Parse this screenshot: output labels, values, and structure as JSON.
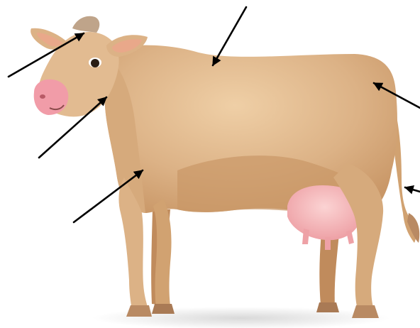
{
  "diagram": {
    "subject": "cow",
    "colors": {
      "body": "#dcb286",
      "body_light": "#eccaa0",
      "body_shadow": "#c08b5c",
      "udder": "#f4b6b8",
      "muzzle": "#f19ca8",
      "hoof": "#b98a63",
      "arrow": "#000000",
      "background": "#ffffff"
    },
    "arrows": [
      {
        "id": "horn",
        "label": ""
      },
      {
        "id": "back",
        "label": ""
      },
      {
        "id": "rump",
        "label": ""
      },
      {
        "id": "neck",
        "label": ""
      },
      {
        "id": "tail",
        "label": ""
      },
      {
        "id": "chest",
        "label": ""
      }
    ]
  }
}
